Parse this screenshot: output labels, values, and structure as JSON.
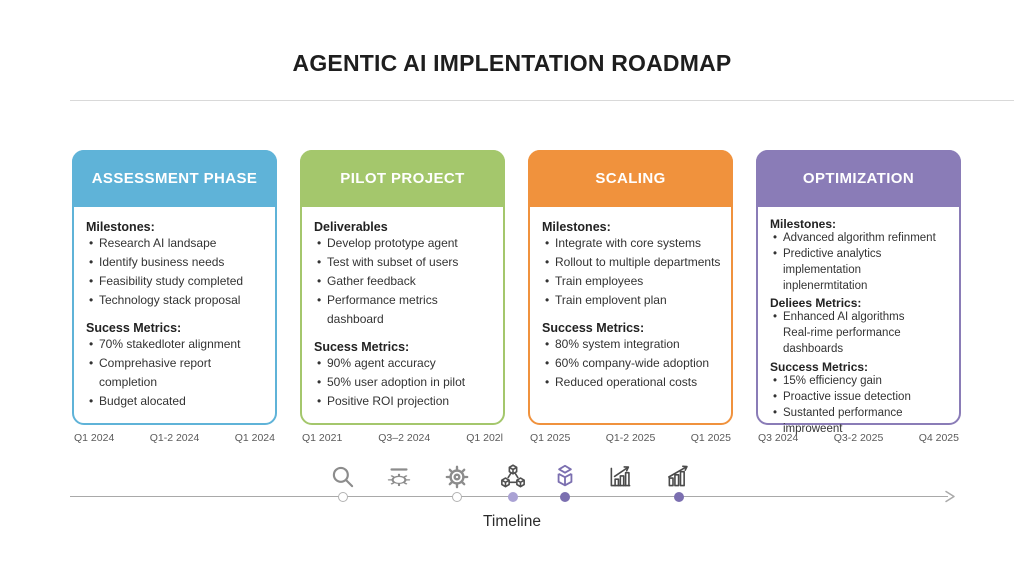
{
  "title": "AGENTIC AI IMPLENTATION ROADMAP",
  "colors": {
    "assessment_blue": "#5fb3d8",
    "pilot_green": "#a4c76c",
    "scaling_orange": "#f0923d",
    "optimization_purple": "#8a7cb7",
    "dot_filled": "#7b6fb0",
    "dot_light": "#aaa2d4",
    "timeline_line": "#a9a9a9"
  },
  "cards": [
    {
      "title": "ASSESSMENT PHASE",
      "color": "#5fb3d8",
      "sections": [
        {
          "heading": "Milestones:",
          "items": [
            "Research AI landsape",
            "Identify business needs",
            "Feasibility study completed",
            "Technology stack proposal"
          ]
        },
        {
          "heading": "Sucess Metrics:",
          "items": [
            "70% stakedloter alignment",
            "Comprehasive report completion",
            "Budget alocated"
          ]
        }
      ],
      "quarters": [
        "Q1 2024",
        "Q1-2 2024",
        "Q1 2024"
      ]
    },
    {
      "title": "PILOT PROJECT",
      "color": "#a4c76c",
      "sections": [
        {
          "heading": "Deliverables",
          "items": [
            "Develop prototype agent",
            "Test with subset of users",
            "Gather feedback",
            "Performance metrics dashboard"
          ]
        },
        {
          "heading": "Sucess Metrics:",
          "items": [
            "90% agent accuracy",
            "50% user adoption in pilot",
            "Positive ROI projection"
          ]
        }
      ],
      "quarters": [
        "Q1 2021",
        "Q3–2 2024",
        "Q1 202l"
      ]
    },
    {
      "title": "SCALING",
      "color": "#f0923d",
      "sections": [
        {
          "heading": "Milestones:",
          "items": [
            "Integrate with core systems",
            "Rollout to multiple departments",
            "Train employees",
            "Train emplovent plan"
          ]
        },
        {
          "heading": "Success Metrics:",
          "items": [
            "80% system integration",
            "60% company-wide adoption",
            "Reduced operational costs"
          ]
        }
      ],
      "quarters": [
        "Q1 2025",
        "Q1-2 2025",
        "Q1 2025"
      ]
    },
    {
      "title": "OPTIMIZATION",
      "color": "#8a7cb7",
      "sections": [
        {
          "heading": "Milestones:",
          "items": [
            "Advanced algorithm refinment",
            "Predictive analytics implementation\ninplenermtitation"
          ]
        },
        {
          "heading": "Deliees Metrics:",
          "items": [
            "Enhanced AI algorithms\nReal-rime performance dashboards"
          ]
        },
        {
          "heading": "Success Metrics:",
          "items": [
            "15% efficiency gain",
            "Proactive issue detection",
            "Sustanted performance improweent"
          ]
        }
      ],
      "quarters": [
        "Q3 2024",
        "Q3-2 2025",
        "Q4 2025"
      ]
    }
  ],
  "timeline": {
    "label": "Timeline",
    "icons": [
      "search-icon",
      "compressed-gear-icon",
      "gear-icon",
      "modules-icon",
      "cube-icon",
      "chart-increase-icon",
      "growth-chart-icon"
    ],
    "dots": [
      "hollow",
      "hollow",
      "light",
      "filled",
      "filled"
    ]
  }
}
